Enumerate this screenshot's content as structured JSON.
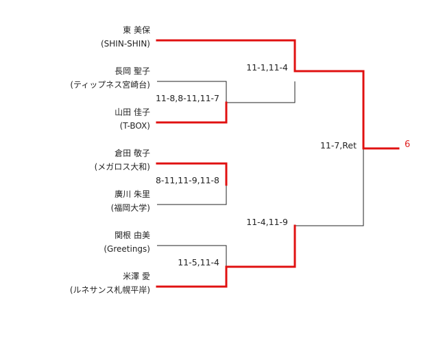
{
  "players": [
    {
      "name": "東 美保",
      "team": "(SHIN-SHIN)"
    },
    {
      "name": "長岡 聖子",
      "team": "(ティップネス宮崎台)"
    },
    {
      "name": "山田 佳子",
      "team": "(T-BOX)"
    },
    {
      "name": "倉田 敬子",
      "team": "(メガロス大和)"
    },
    {
      "name": "廣川 朱里",
      "team": "(福岡大学)"
    },
    {
      "name": "関根 由美",
      "team": "(Greetings)"
    },
    {
      "name": "米澤 愛",
      "team": "(ルネサンス札幌平岸)"
    }
  ],
  "scores": {
    "r1_a": "11-8,8-11,11-7",
    "r1_b": "8-11,11-9,11-8",
    "r1_c": "11-5,11-4",
    "r2_top": "11-1,11-4",
    "r2_bottom": "11-4,11-9",
    "final": "11-7,Ret"
  },
  "result": "6",
  "colors": {
    "win_line": "#e01010",
    "line": "#222222",
    "result_text": "#e02020"
  }
}
